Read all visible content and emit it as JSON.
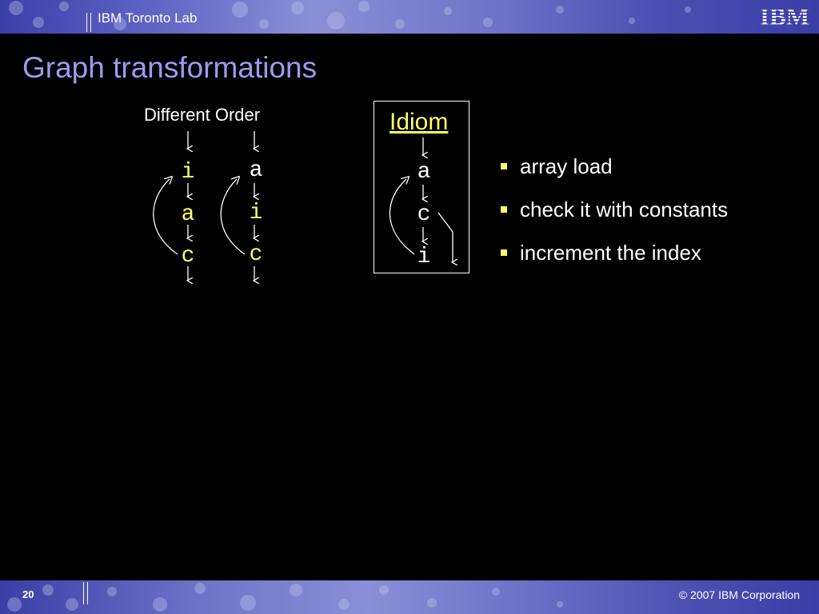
{
  "header": {
    "lab_name": "IBM Toronto Lab",
    "logo": "IBM"
  },
  "slide": {
    "title": "Graph transformations"
  },
  "different_order": {
    "label": "Different Order",
    "column_1": [
      "i",
      "a",
      "c"
    ],
    "column_2": [
      "a",
      "i",
      "c"
    ]
  },
  "idiom": {
    "title": "Idiom",
    "nodes": [
      "a",
      "c",
      "i"
    ]
  },
  "bullets": [
    "array load",
    "check it with constants",
    "increment the index"
  ],
  "footer": {
    "page_number": "20",
    "copyright": "© 2007 IBM Corporation"
  },
  "colors": {
    "title": "#9a9cf0",
    "highlight": "#ffff66",
    "band": "#5e63c4"
  }
}
